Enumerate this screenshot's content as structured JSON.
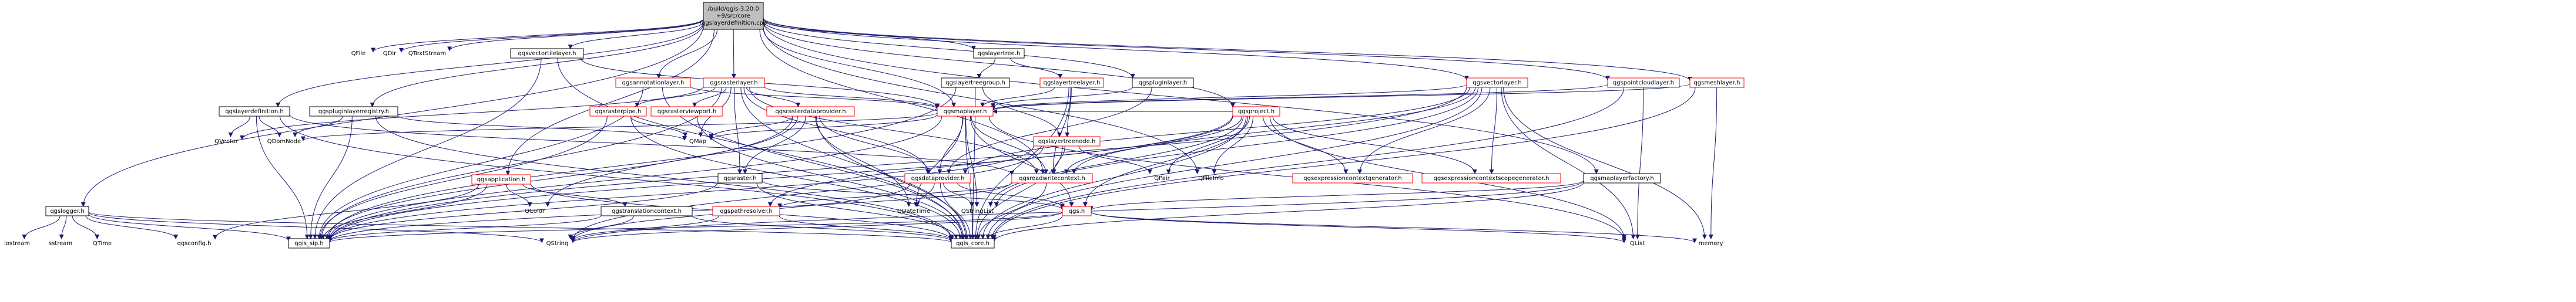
{
  "diagram": {
    "root_lines": [
      "/build/qgis-3.20.0",
      "+9/src/core",
      "/qgslayerdefinition.cpp"
    ],
    "colors": {
      "edge": "#191970",
      "root_fill": "#bfbfbf",
      "root_stroke": "#000000",
      "node_fill": "#ffffff",
      "node_stroke": "#000000",
      "red_stroke": "#ff0000",
      "text": "#000000"
    },
    "nodes": [
      {
        "id": "root",
        "label": "/build/qgis-3.20.0\n+9/src/core\n/qgslayerdefinition.cpp",
        "style": "root"
      },
      {
        "id": "qfile",
        "label": "QFile",
        "style": "plain"
      },
      {
        "id": "qdir",
        "label": "QDir",
        "style": "plain"
      },
      {
        "id": "qtextstream",
        "label": "QTextStream",
        "style": "plain"
      },
      {
        "id": "qgsvectortilelayer",
        "label": "qgsvectortilelayer.h",
        "style": "boxed"
      },
      {
        "id": "qgsannotationlayer",
        "label": "qgsannotationlayer.h",
        "style": "red"
      },
      {
        "id": "qgsrasterlayer",
        "label": "qgsrasterlayer.h",
        "style": "red"
      },
      {
        "id": "qgslayertree",
        "label": "qgslayertree.h",
        "style": "boxed"
      },
      {
        "id": "qgslayertreegroup",
        "label": "qgslayertreegroup.h",
        "style": "boxed"
      },
      {
        "id": "qgslayertreelayer",
        "label": "qgslayertreelayer.h",
        "style": "red"
      },
      {
        "id": "qgspluginlayer",
        "label": "qgspluginlayer.h",
        "style": "boxed"
      },
      {
        "id": "qgsvectorlayer",
        "label": "qgsvectorlayer.h",
        "style": "red"
      },
      {
        "id": "qgspointcloudlayer",
        "label": "qgspointcloudlayer.h",
        "style": "red"
      },
      {
        "id": "qgsmeshlayer",
        "label": "qgsmeshlayer.h",
        "style": "red"
      },
      {
        "id": "qgslayerdefinition",
        "label": "qgslayerdefinition.h",
        "style": "boxed"
      },
      {
        "id": "qgspluginlayerregistry",
        "label": "qgspluginlayerregistry.h",
        "style": "boxed"
      },
      {
        "id": "qgsrasterpipe",
        "label": "qgsrasterpipe.h",
        "style": "red"
      },
      {
        "id": "qgsrasterviewport",
        "label": "qgsrasterviewport.h",
        "style": "red"
      },
      {
        "id": "qgsrasterdataprovider",
        "label": "qgsrasterdataprovider.h",
        "style": "red"
      },
      {
        "id": "qgsmaplayer",
        "label": "qgsmaplayer.h",
        "style": "red"
      },
      {
        "id": "qgslayertreenode",
        "label": "qgslayertreenode.h",
        "style": "red"
      },
      {
        "id": "qgsproject",
        "label": "qgsproject.h",
        "style": "red"
      },
      {
        "id": "qgslogger",
        "label": "qgslogger.h",
        "style": "boxed"
      },
      {
        "id": "qvector",
        "label": "QVector",
        "style": "plain"
      },
      {
        "id": "qdomnode",
        "label": "QDomNode",
        "style": "plain"
      },
      {
        "id": "qgsapplication",
        "label": "qgsapplication.h",
        "style": "red"
      },
      {
        "id": "qcolor",
        "label": "QColor",
        "style": "plain"
      },
      {
        "id": "qmap",
        "label": "QMap",
        "style": "plain"
      },
      {
        "id": "qgsraster",
        "label": "qgsraster.h",
        "style": "boxed"
      },
      {
        "id": "qgsdataprovider",
        "label": "qgsdataprovider.h",
        "style": "red"
      },
      {
        "id": "qgsreadwritecontext",
        "label": "qgsreadwritecontext.h",
        "style": "red"
      },
      {
        "id": "qpair",
        "label": "QPair",
        "style": "plain"
      },
      {
        "id": "qfileinfo",
        "label": "QFileInfo",
        "style": "plain"
      },
      {
        "id": "qgsexpressioncontextgenerator",
        "label": "qgsexpressioncontextgenerator.h",
        "style": "red"
      },
      {
        "id": "qgsexpressioncontextscopegenerator",
        "label": "qgsexpressioncontextscopegenerator.h",
        "style": "red"
      },
      {
        "id": "qgsmaplayerfactory",
        "label": "qgsmaplayerfactory.h",
        "style": "boxed"
      },
      {
        "id": "qgstranslationcontext",
        "label": "qgstranslationcontext.h",
        "style": "boxed"
      },
      {
        "id": "qgspathresolver",
        "label": "qgspathresolver.h",
        "style": "red"
      },
      {
        "id": "qdatetime",
        "label": "QDateTime",
        "style": "plain"
      },
      {
        "id": "qstringlist",
        "label": "QStringList",
        "style": "plain"
      },
      {
        "id": "qgs",
        "label": "qgs.h",
        "style": "red"
      },
      {
        "id": "qlist",
        "label": "QList",
        "style": "plain"
      },
      {
        "id": "memory",
        "label": "memory",
        "style": "plain"
      },
      {
        "id": "iostream",
        "label": "iostream",
        "style": "plain"
      },
      {
        "id": "sstream",
        "label": "sstream",
        "style": "plain"
      },
      {
        "id": "qtime",
        "label": "QTime",
        "style": "plain"
      },
      {
        "id": "qgsconfig",
        "label": "qgsconfig.h",
        "style": "plain"
      },
      {
        "id": "qgis_sip",
        "label": "qgis_sip.h",
        "style": "boxed"
      },
      {
        "id": "qstring",
        "label": "QString",
        "style": "plain"
      },
      {
        "id": "qgis_core",
        "label": "qgis_core.h",
        "style": "boxed"
      }
    ],
    "edges": [
      [
        "root",
        "qfile"
      ],
      [
        "root",
        "qdir"
      ],
      [
        "root",
        "qtextstream"
      ],
      [
        "root",
        "qgsvectortilelayer"
      ],
      [
        "root",
        "qgsannotationlayer"
      ],
      [
        "root",
        "qgsrasterlayer"
      ],
      [
        "root",
        "qgslayertree"
      ],
      [
        "root",
        "qgspluginlayer"
      ],
      [
        "root",
        "qgsvectorlayer"
      ],
      [
        "root",
        "qgspointcloudlayer"
      ],
      [
        "root",
        "qgsmeshlayer"
      ],
      [
        "root",
        "qgslayerdefinition"
      ],
      [
        "root",
        "qgspluginlayerregistry"
      ],
      [
        "root",
        "qgsproject"
      ],
      [
        "root",
        "qgslogger"
      ],
      [
        "root",
        "qgsapplication"
      ],
      [
        "root",
        "qgsmaplayerfactory"
      ],
      [
        "root",
        "qgsmaplayer"
      ],
      [
        "root",
        "qgsreadwritecontext"
      ],
      [
        "root",
        "qfileinfo"
      ],
      [
        "qgsvectortilelayer",
        "qgsmaplayer"
      ],
      [
        "qgsvectortilelayer",
        "qgis_core"
      ],
      [
        "qgsvectortilelayer",
        "qgis_sip"
      ],
      [
        "qgsannotationlayer",
        "qgsmaplayer"
      ],
      [
        "qgsannotationlayer",
        "qgis_core"
      ],
      [
        "qgsannotationlayer",
        "qgis_sip"
      ],
      [
        "qgsrasterlayer",
        "qgsrasterpipe"
      ],
      [
        "qgsrasterlayer",
        "qgsrasterviewport"
      ],
      [
        "qgsrasterlayer",
        "qgsrasterdataprovider"
      ],
      [
        "qgsrasterlayer",
        "qgsmaplayer"
      ],
      [
        "qgsrasterlayer",
        "qgsraster"
      ],
      [
        "qgsrasterlayer",
        "qgis_core"
      ],
      [
        "qgsrasterlayer",
        "qgis_sip"
      ],
      [
        "qgsrasterlayer",
        "qmap"
      ],
      [
        "qgsrasterlayer",
        "qvector"
      ],
      [
        "qgsrasterlayer",
        "qgsreadwritecontext"
      ],
      [
        "qgsrasterlayer",
        "qgsdataprovider"
      ],
      [
        "qgslayertree",
        "qgslayertreegroup"
      ],
      [
        "qgslayertree",
        "qgslayertreelayer"
      ],
      [
        "qgslayertreegroup",
        "qgslayertreenode"
      ],
      [
        "qgslayertreegroup",
        "qgis_core"
      ],
      [
        "qgslayertreegroup",
        "qgis_sip"
      ],
      [
        "qgslayertreelayer",
        "qgslayertreenode"
      ],
      [
        "qgslayertreelayer",
        "qgsmaplayer"
      ],
      [
        "qgslayertreelayer",
        "qgis_core"
      ],
      [
        "qgslayertreelayer",
        "qgsreadwritecontext"
      ],
      [
        "qgspluginlayer",
        "qgsmaplayer"
      ],
      [
        "qgspluginlayer",
        "qgsdataprovider"
      ],
      [
        "qgsvectorlayer",
        "qgsmaplayer"
      ],
      [
        "qgsvectorlayer",
        "qgis_core"
      ],
      [
        "qgsvectorlayer",
        "qgsexpressioncontextgenerator"
      ],
      [
        "qgsvectorlayer",
        "qgsexpressioncontextscopegenerator"
      ],
      [
        "qgsvectorlayer",
        "qlist"
      ],
      [
        "qgsvectorlayer",
        "qgis_sip"
      ],
      [
        "qgsvectorlayer",
        "qgsdataprovider"
      ],
      [
        "qgsvectorlayer",
        "qgsreadwritecontext"
      ],
      [
        "qgsvectorlayer",
        "memory"
      ],
      [
        "qgsvectorlayer",
        "qstringlist"
      ],
      [
        "qgspointcloudlayer",
        "qgsmaplayer"
      ],
      [
        "qgspointcloudlayer",
        "qgis_core"
      ],
      [
        "qgspointcloudlayer",
        "qlist"
      ],
      [
        "qgsmeshlayer",
        "qgsmaplayer"
      ],
      [
        "qgsmeshlayer",
        "qgis_core"
      ],
      [
        "qgsmeshlayer",
        "memory"
      ],
      [
        "qgslayerdefinition",
        "qdomnode"
      ],
      [
        "qgslayerdefinition",
        "qgis_core"
      ],
      [
        "qgslayerdefinition",
        "qgis_sip"
      ],
      [
        "qgslayerdefinition",
        "qvector"
      ],
      [
        "qgslayerdefinition",
        "qgsreadwritecontext"
      ],
      [
        "qgspluginlayerregistry",
        "qgis_core"
      ],
      [
        "qgspluginlayerregistry",
        "qgis_sip"
      ],
      [
        "qgspluginlayerregistry",
        "qmap"
      ],
      [
        "qgspluginlayerregistry",
        "qdomnode"
      ],
      [
        "qgsrasterpipe",
        "qgis_core"
      ],
      [
        "qgsrasterpipe",
        "qgis_sip"
      ],
      [
        "qgsrasterpipe",
        "qmap"
      ],
      [
        "qgsrasterviewport",
        "qgis_core"
      ],
      [
        "qgsrasterdataprovider",
        "qgsdataprovider"
      ],
      [
        "qgsrasterdataprovider",
        "qgsraster"
      ],
      [
        "qgsrasterdataprovider",
        "qgis_core"
      ],
      [
        "qgsrasterdataprovider",
        "qgis_sip"
      ],
      [
        "qgsrasterdataprovider",
        "qcolor"
      ],
      [
        "qgsrasterdataprovider",
        "qmap"
      ],
      [
        "qgsrasterdataprovider",
        "qdatetime"
      ],
      [
        "qgsmaplayer",
        "qgis_core"
      ],
      [
        "qgsmaplayer",
        "qgis_sip"
      ],
      [
        "qgsmaplayer",
        "qdomnode"
      ],
      [
        "qgsmaplayer",
        "qmap"
      ],
      [
        "qgsmaplayer",
        "qgsdataprovider"
      ],
      [
        "qgsmaplayer",
        "qgsreadwritecontext"
      ],
      [
        "qgsmaplayer",
        "qgs"
      ],
      [
        "qgsmaplayer",
        "qstringlist"
      ],
      [
        "qgsmaplayer",
        "qdatetime"
      ],
      [
        "qgsmaplayer",
        "qlist"
      ],
      [
        "qgslayertreenode",
        "qgsreadwritecontext"
      ],
      [
        "qgslayertreenode",
        "qgis_core"
      ],
      [
        "qgslayertreenode",
        "qgis_sip"
      ],
      [
        "qgslayertreenode",
        "qpair"
      ],
      [
        "qgslayertreenode",
        "qstring"
      ],
      [
        "qgsproject",
        "qgsreadwritecontext"
      ],
      [
        "qgsproject",
        "qgsexpressioncontextgenerator"
      ],
      [
        "qgsproject",
        "qgsexpressioncontextscopegenerator"
      ],
      [
        "qgsproject",
        "qgis_core"
      ],
      [
        "qgsproject",
        "qgis_sip"
      ],
      [
        "qgsproject",
        "qfileinfo"
      ],
      [
        "qgsproject",
        "qpair"
      ],
      [
        "qgsproject",
        "qgspathresolver"
      ],
      [
        "qgsproject",
        "qgs"
      ],
      [
        "qgsproject",
        "qstringlist"
      ],
      [
        "qgsproject",
        "qlist"
      ],
      [
        "qgsproject",
        "qgsmaplayer"
      ],
      [
        "qgslogger",
        "iostream"
      ],
      [
        "qgslogger",
        "sstream"
      ],
      [
        "qgslogger",
        "qtime"
      ],
      [
        "qgslogger",
        "qgsconfig"
      ],
      [
        "qgslogger",
        "qgis_sip"
      ],
      [
        "qgslogger",
        "qstring"
      ],
      [
        "qgslogger",
        "qgis_core"
      ],
      [
        "qgsapplication",
        "qgis_core"
      ],
      [
        "qgsapplication",
        "qgis_sip"
      ],
      [
        "qgsapplication",
        "qcolor"
      ],
      [
        "qgsapplication",
        "qgstranslationcontext"
      ],
      [
        "qgsapplication",
        "qgsconfig"
      ],
      [
        "qgsraster",
        "qgis_core"
      ],
      [
        "qgsraster",
        "qgis_sip"
      ],
      [
        "qgsraster",
        "qgs"
      ],
      [
        "qgsdataprovider",
        "qgis_core"
      ],
      [
        "qgsdataprovider",
        "qdatetime"
      ],
      [
        "qgsdataprovider",
        "qstring"
      ],
      [
        "qgsdataprovider",
        "qstringlist"
      ],
      [
        "qgsdataprovider",
        "qgs"
      ],
      [
        "qgsreadwritecontext",
        "qgspathresolver"
      ],
      [
        "qgsreadwritecontext",
        "qgis_core"
      ],
      [
        "qgsreadwritecontext",
        "qgis_sip"
      ],
      [
        "qgsmaplayerfactory",
        "qgis_core"
      ],
      [
        "qgsmaplayerfactory",
        "qgs"
      ],
      [
        "qgsmaplayerfactory",
        "qstring"
      ],
      [
        "qgstranslationcontext",
        "qgis_core"
      ],
      [
        "qgstranslationcontext",
        "qgis_sip"
      ],
      [
        "qgstranslationcontext",
        "qstring"
      ],
      [
        "qgspathresolver",
        "qgis_core"
      ],
      [
        "qgspathresolver",
        "qstring"
      ],
      [
        "qgs",
        "qgis_core"
      ],
      [
        "qgs",
        "qgis_sip"
      ],
      [
        "qgs",
        "qstring"
      ],
      [
        "qgs",
        "qlist"
      ],
      [
        "qgs",
        "memory"
      ]
    ]
  }
}
